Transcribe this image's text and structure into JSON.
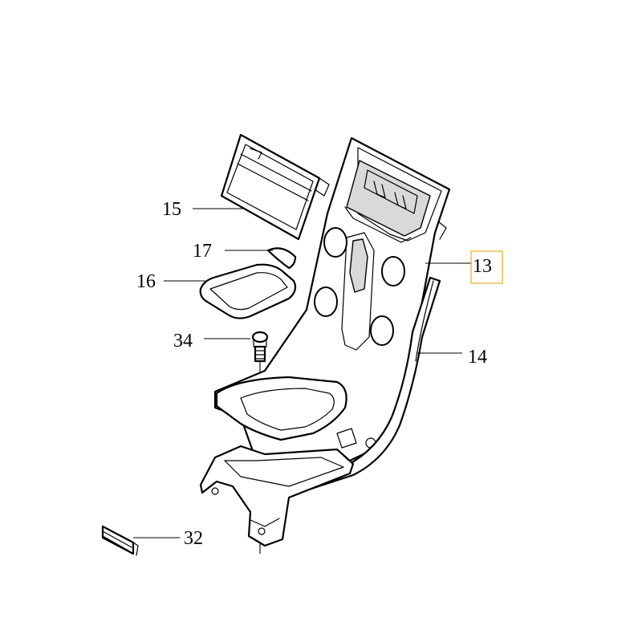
{
  "diagram": {
    "callouts": [
      {
        "id": "c15",
        "label": "15"
      },
      {
        "id": "c17",
        "label": "17"
      },
      {
        "id": "c16",
        "label": "16"
      },
      {
        "id": "c34",
        "label": "34"
      },
      {
        "id": "c13",
        "label": "13",
        "highlighted": true
      },
      {
        "id": "c14",
        "label": "14"
      },
      {
        "id": "c32",
        "label": "32"
      }
    ],
    "highlight_color": "#f5b731"
  }
}
